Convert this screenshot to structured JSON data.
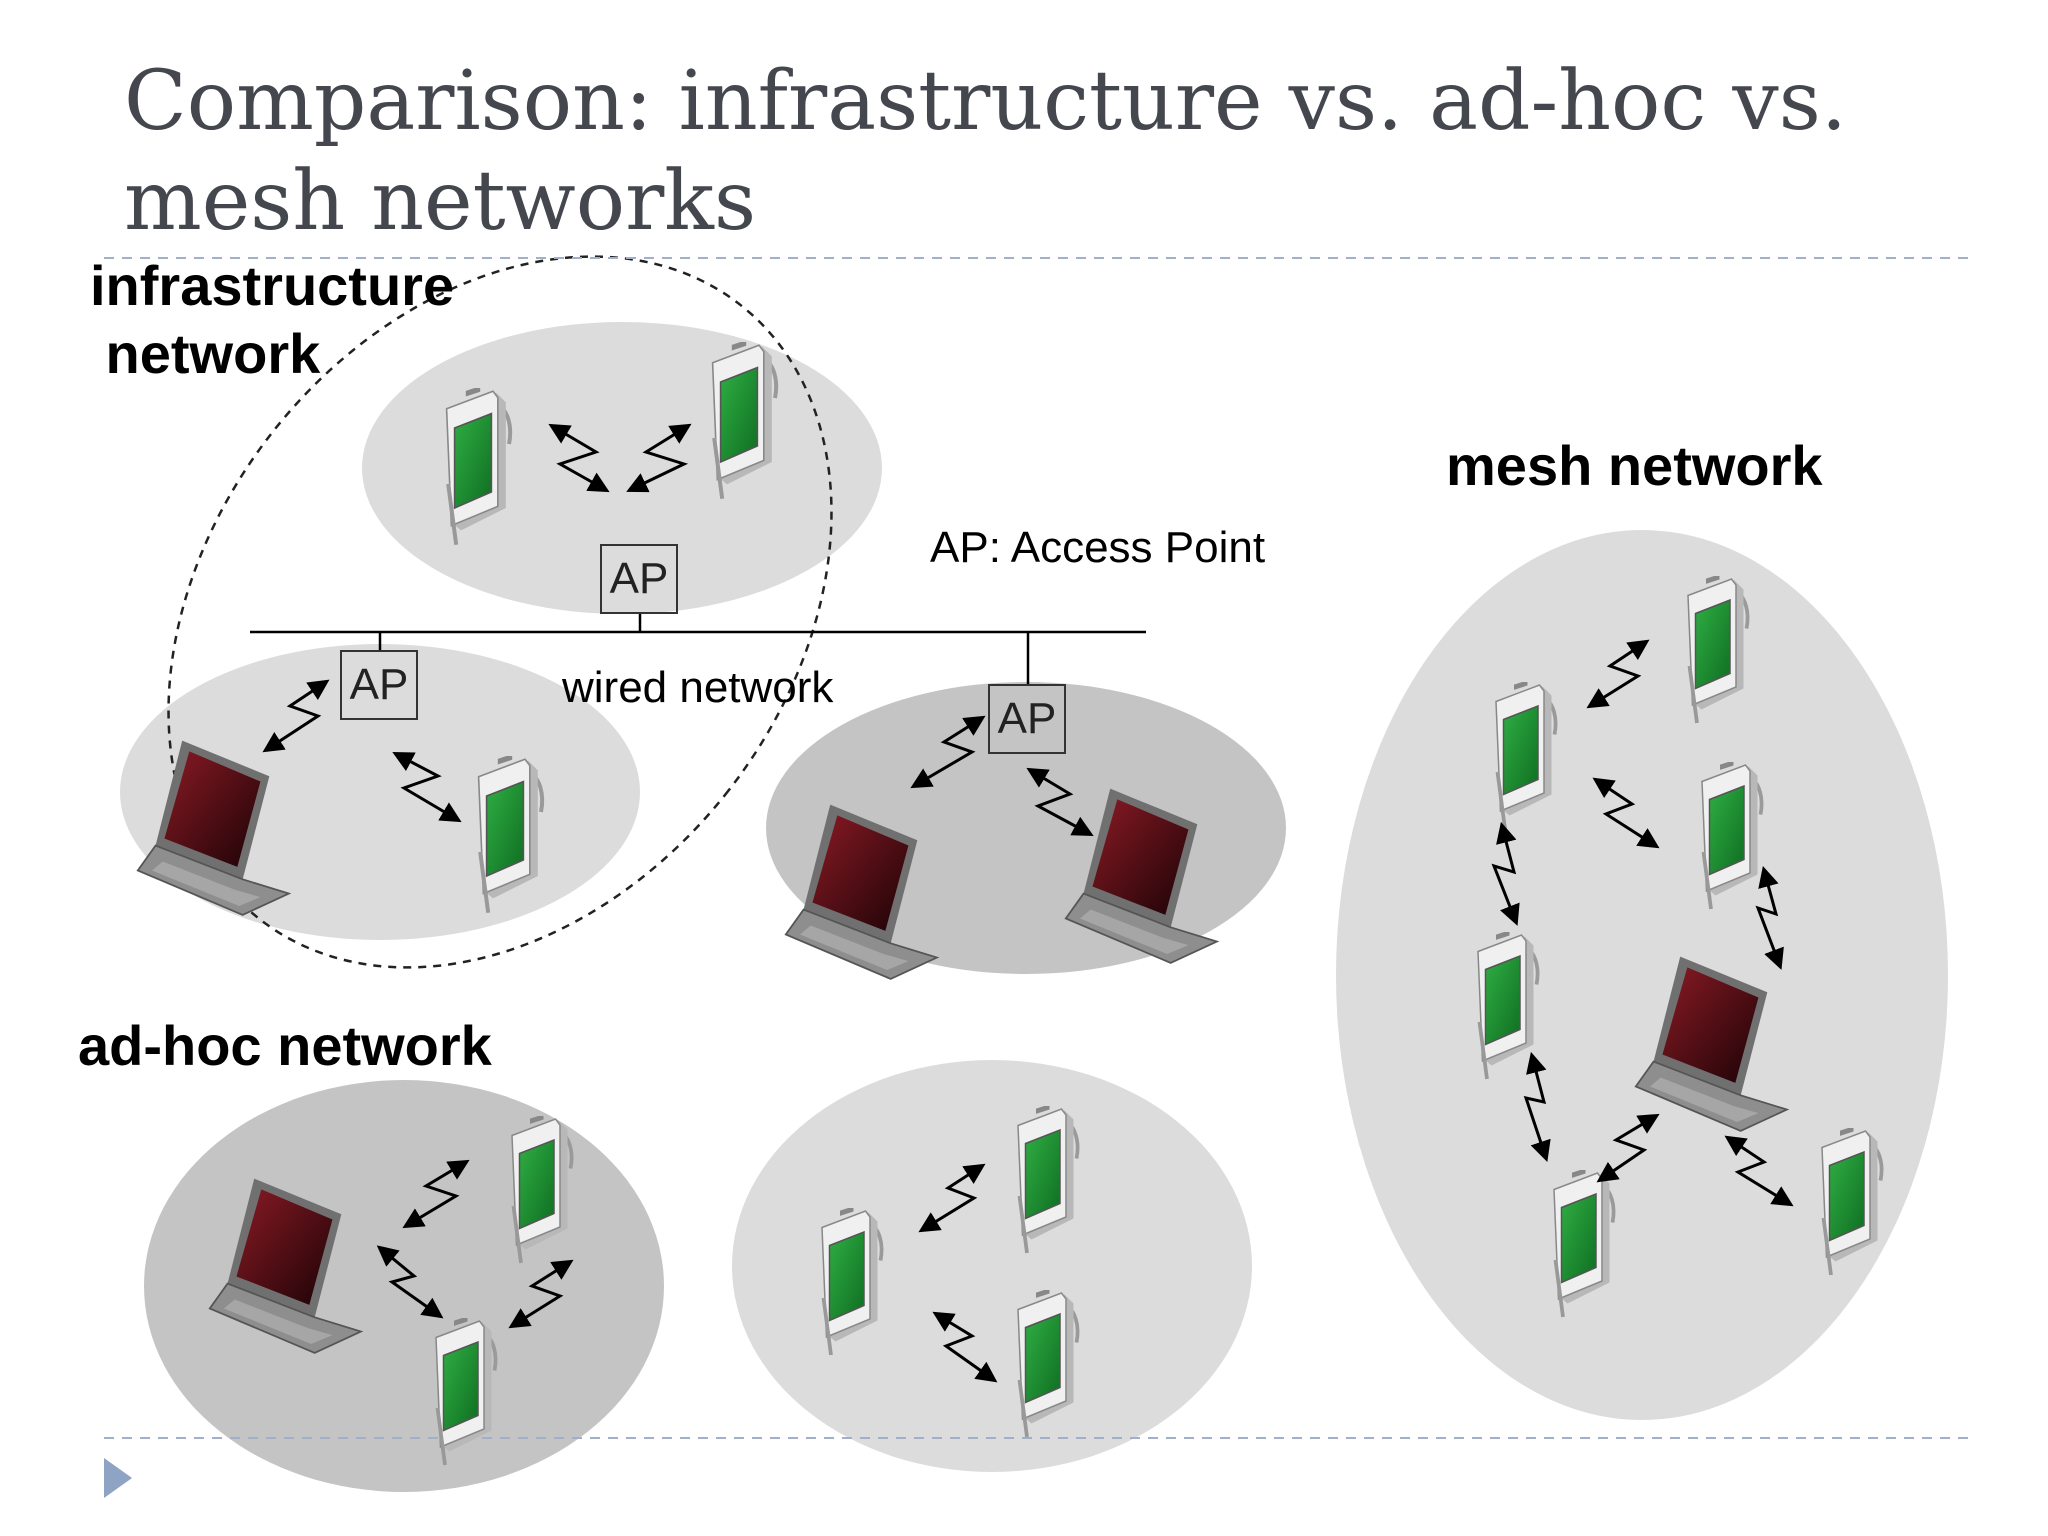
{
  "slide": {
    "title": "Comparison: infrastructure vs. ad-hoc vs. mesh networks",
    "labels": {
      "infrastructure": "infrastructure\n network",
      "adhoc": "ad-hoc network",
      "mesh": "mesh network",
      "ap_legend": "AP: Access Point",
      "wired": "wired network"
    },
    "ap_label": "AP",
    "icons": {
      "bullet": "triangle-bullet-icon",
      "device_pda": "pda-icon",
      "device_laptop": "laptop-icon",
      "wireless_link": "wireless-link-icon"
    },
    "colors": {
      "title": "#45474f",
      "cloud_light": "#dcdcdc",
      "cloud_dark": "#c4c4c4",
      "screen_green": "#1f8a2f",
      "screen_red": "#5a0d12",
      "bullet": "#8fa3c4",
      "divider": "#9fb0c8"
    }
  }
}
